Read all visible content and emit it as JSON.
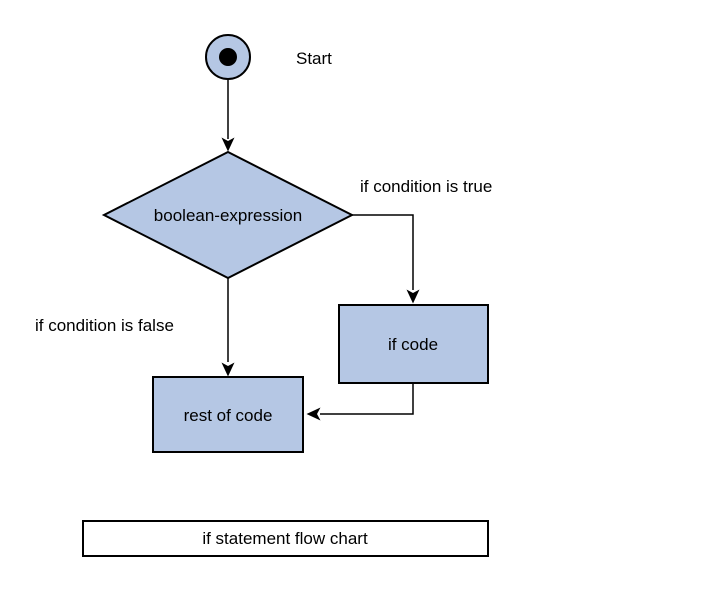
{
  "diagram": {
    "caption": "if statement flow chart",
    "nodes": {
      "start": {
        "label": "Start"
      },
      "decision": {
        "label": "boolean-expression"
      },
      "if_code": {
        "label": "if code"
      },
      "rest_of_code": {
        "label": "rest of code"
      }
    },
    "edges": {
      "true_branch": {
        "label": "if condition is true"
      },
      "false_branch": {
        "label": "if condition is false"
      }
    }
  },
  "colors": {
    "node_fill": "#b5c7e4",
    "border": "#000000",
    "background": "#ffffff",
    "text": "#000000"
  }
}
